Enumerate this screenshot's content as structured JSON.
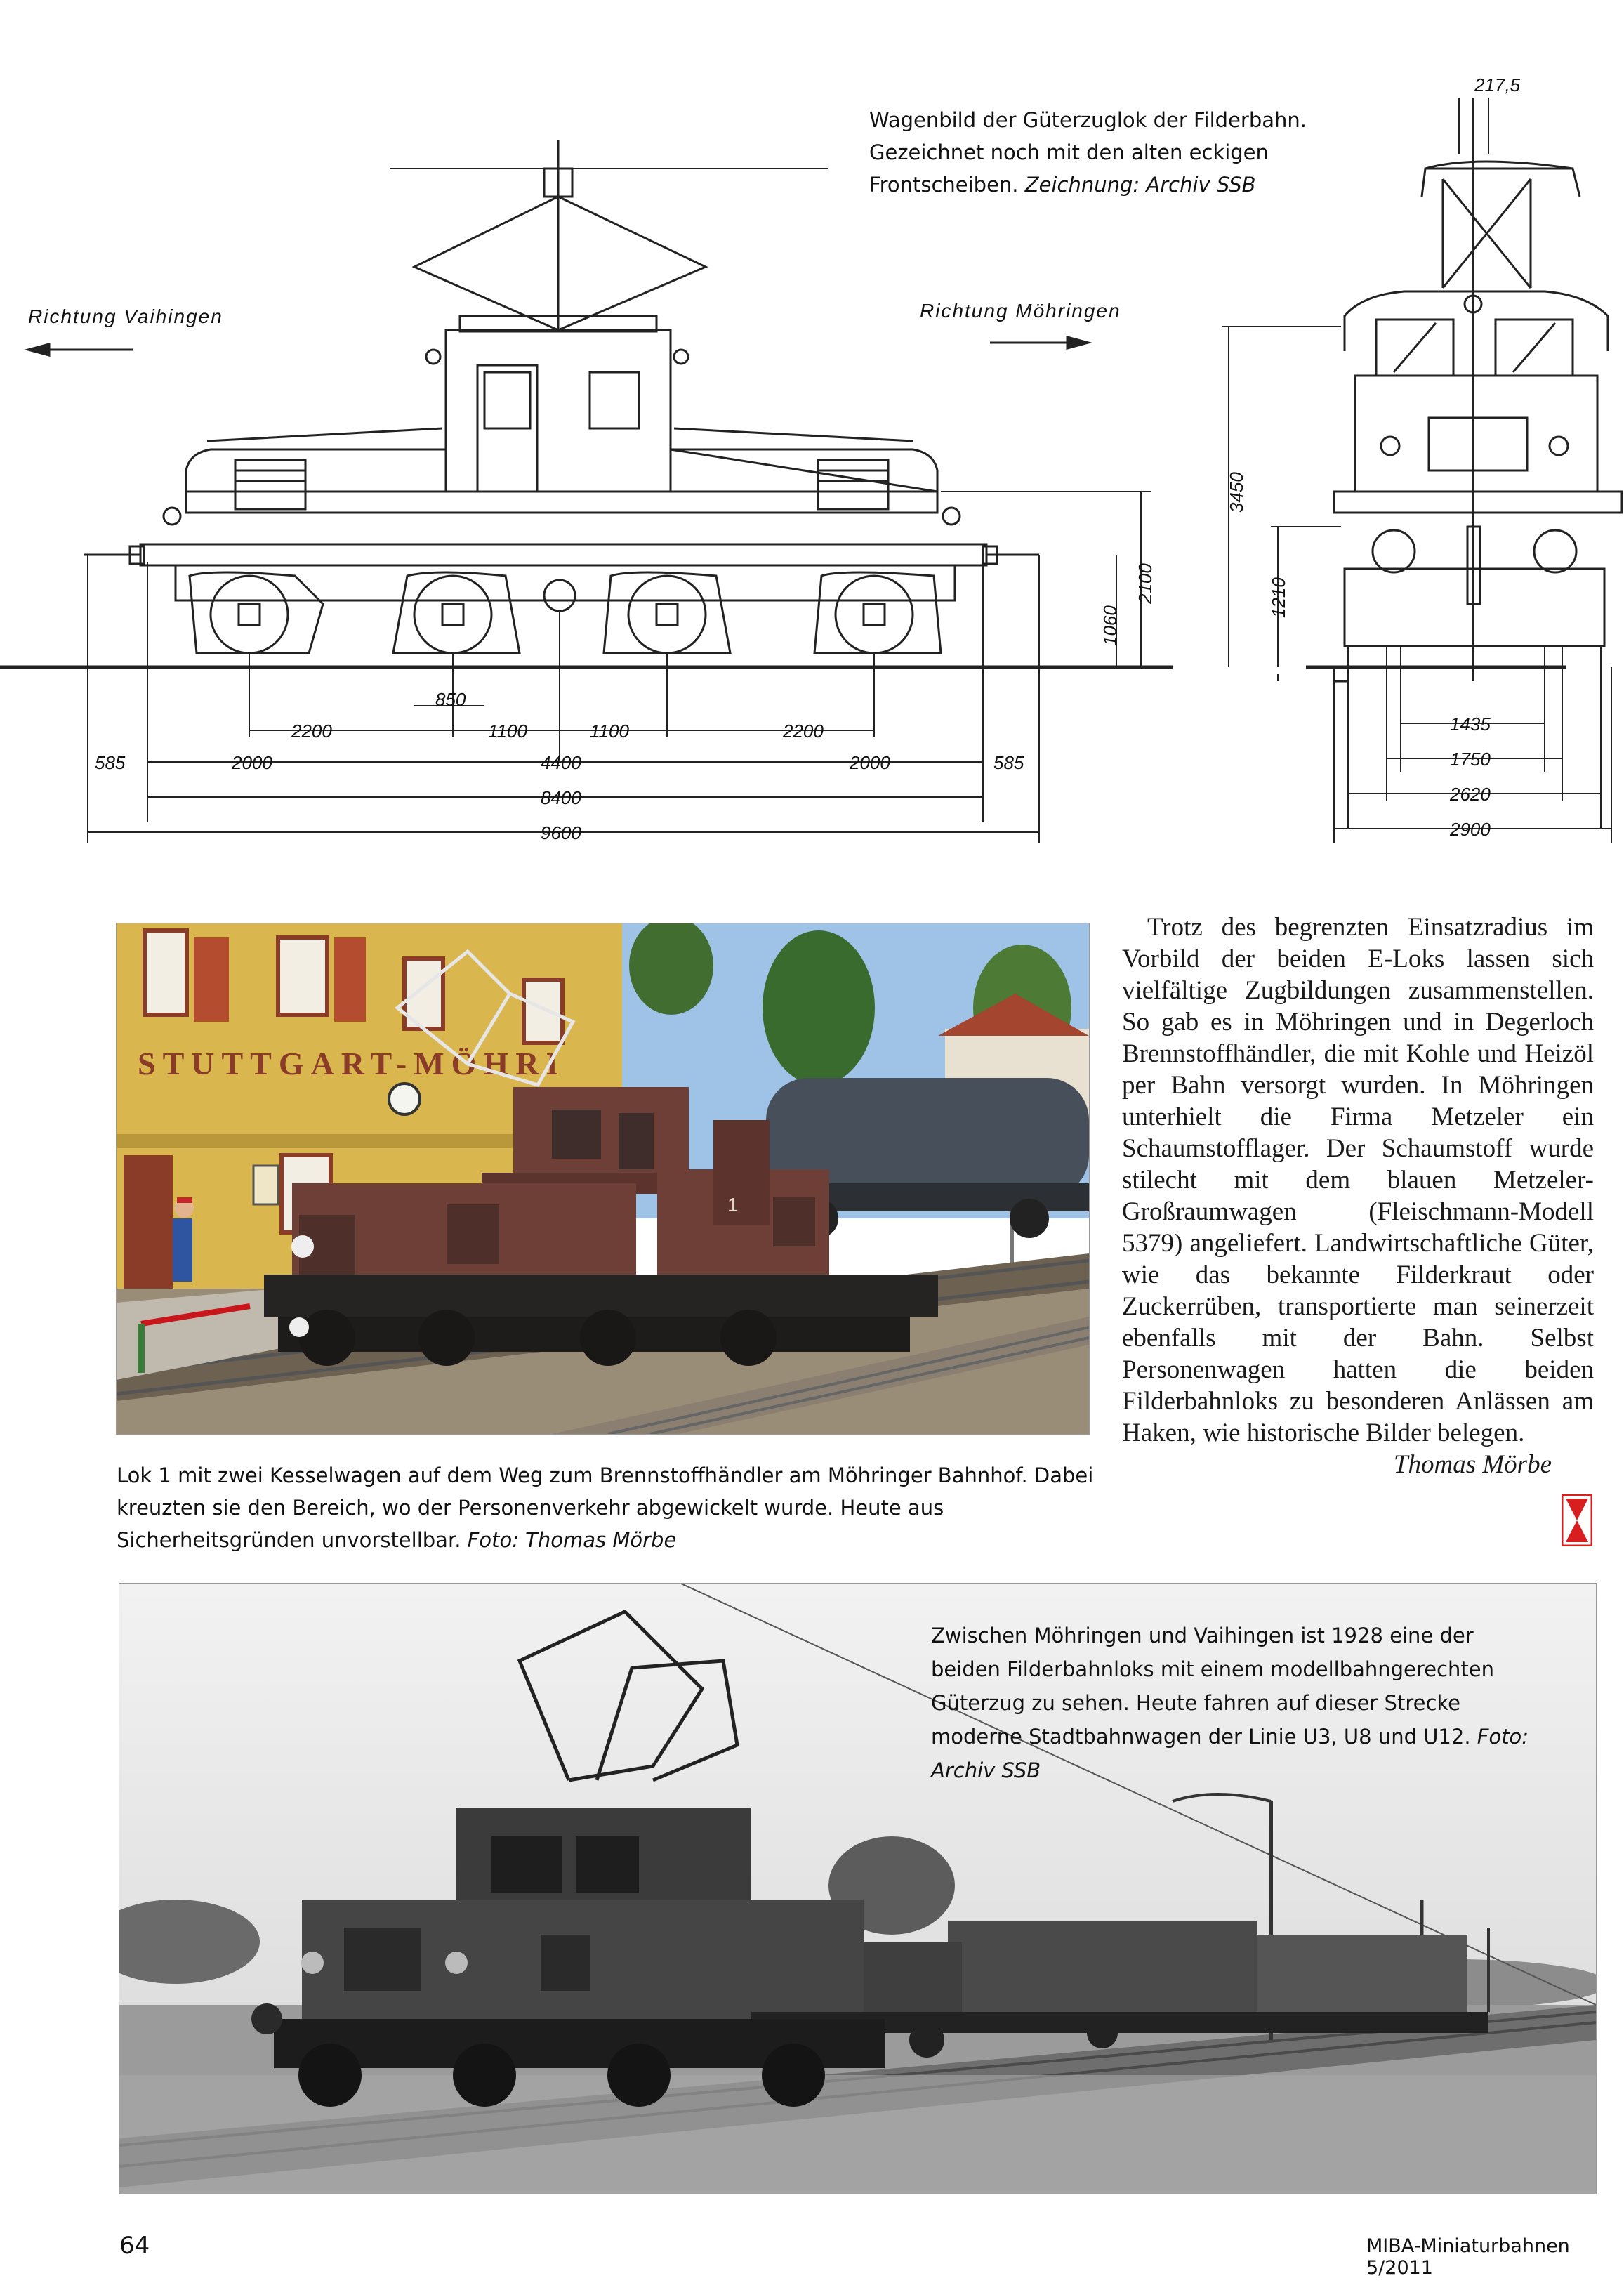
{
  "drawing": {
    "direction_left": "Richtung Vaihingen",
    "direction_right": "Richtung Möhringen",
    "dims_bottom": {
      "d850": "850",
      "d2200_left": "2200",
      "d1100_a": "1100",
      "d1100_b": "1100",
      "d2200_right": "2200",
      "d585_left": "585",
      "d2000_left": "2000",
      "d4400": "4400",
      "d2000_right": "2000",
      "d585_right": "585",
      "d8400": "8400",
      "d9600": "9600"
    },
    "dims_side": {
      "d1060": "1060",
      "d2100": "2100",
      "d3450": "3450",
      "d1210": "1210"
    },
    "dims_front": {
      "d217_5": "217,5",
      "d1435": "1435",
      "d1750": "1750",
      "d2620": "2620",
      "d2900": "2900"
    }
  },
  "caption_top": {
    "text": "Wagenbild der Güterzuglok der Filderbahn. Gezeichnet noch mit den alten eckigen Frontscheiben.",
    "credit": "Zeichnung: Archiv SSB"
  },
  "photo1": {
    "station_sign": "STUTTGART-MÖHRI",
    "loco_number": "1"
  },
  "caption_photo1": {
    "text": "Lok 1 mit zwei Kesselwagen auf dem Weg zum Brennstoffhändler am Möhringer Bahnhof. Dabei kreuzten sie den Bereich, wo der Personenverkehr abgewickelt wurde. Heute aus Sicherheitsgründen unvorstellbar.",
    "credit": "Foto: Thomas Mörbe"
  },
  "article": {
    "text": "Trotz des begrenzten Einsatzradius im Vorbild der beiden E-Loks lassen sich vielfältige Zugbildungen zusammenstellen. So gab es in Möhringen und in Degerloch Brennstoffhändler, die mit Kohle und Heizöl per Bahn versorgt wurden. In Möhringen unterhielt die Firma Metzeler ein Schaumstofflager. Der Schaumstoff wurde stilecht mit dem blauen Metzeler-Großraumwagen (Fleischmann-Modell 5379) angeliefert. Landwirtschaftliche Güter, wie das bekannte Filderkraut oder Zuckerrüben, transportierte man seinerzeit ebenfalls mit der Bahn. Selbst Personenwagen hatten die beiden Filderbahnloks zu besonderen Anlässen am Haken, wie historische Bilder belegen.",
    "author": "Thomas Mörbe"
  },
  "caption_photo2": {
    "text": "Zwischen Möhringen und Vaihingen ist 1928 eine der beiden Filderbahnloks mit einem modellbahngerechten Güterzug zu sehen. Heute fahren auf dieser Strecke moderne Stadtbahnwagen der Linie U3, U8 und U12.",
    "credit": "Foto: Archiv SSB"
  },
  "footer": {
    "page_number": "64",
    "magazine": "MIBA-Miniaturbahnen 5/2011"
  },
  "colors": {
    "end_mark": "#d81e1e",
    "loco_brown": "#6e3f36",
    "station_wall": "#d9b64e"
  }
}
